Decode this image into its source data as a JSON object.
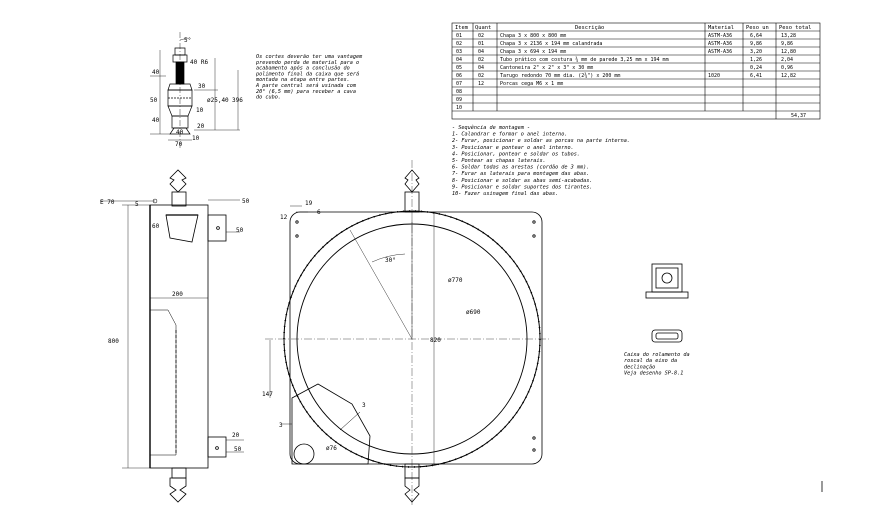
{
  "table": {
    "headers": [
      "Item",
      "Quant",
      "Descrição",
      "Material",
      "Peso un",
      "Peso total"
    ],
    "rows": [
      {
        "item": "01",
        "quant": "02",
        "desc": "Chapa 3 x 800 x 800 mm",
        "material": "ASTM-A36",
        "peso_un": "6,64",
        "peso_total": "13,28"
      },
      {
        "item": "02",
        "quant": "01",
        "desc": "Chapa 3 x 2136 x 194 mm calandrada",
        "material": "ASTM-A36",
        "peso_un": "9,86",
        "peso_total": "9,86"
      },
      {
        "item": "03",
        "quant": "04",
        "desc": "Chapa 3 x 694 x 194 mm",
        "material": "ASTM-A36",
        "peso_un": "3,20",
        "peso_total": "12,80"
      },
      {
        "item": "04",
        "quant": "02",
        "desc": "Tubo prático com costura ¾ mm de parede 3,25 mm x 194 mm",
        "material": "",
        "peso_un": "1,26",
        "peso_total": "2,04"
      },
      {
        "item": "05",
        "quant": "04",
        "desc": "Cantoneira 2\" x 2\" x 3\" x 30 mm",
        "material": "",
        "peso_un": "0,24",
        "peso_total": "0,96"
      },
      {
        "item": "06",
        "quant": "02",
        "desc": "Tarugo redondo 70 mm dia. (2¾\") x 200 mm",
        "material": "1020",
        "peso_un": "6,41",
        "peso_total": "12,82"
      },
      {
        "item": "07",
        "quant": "12",
        "desc": "Porcas cega M6 x 1 mm",
        "material": "",
        "peso_un": "",
        "peso_total": ""
      },
      {
        "item": "08",
        "quant": "",
        "desc": "",
        "material": "",
        "peso_un": "",
        "peso_total": ""
      },
      {
        "item": "09",
        "quant": "",
        "desc": "",
        "material": "",
        "peso_un": "",
        "peso_total": ""
      },
      {
        "item": "10",
        "quant": "",
        "desc": "",
        "material": "",
        "peso_un": "",
        "peso_total": ""
      }
    ],
    "total": "54,37"
  },
  "notes": {
    "top": [
      "Os cortes deverão ter uma vantagem",
      "prevendo perda de material para o",
      "acabamento após a conclusão do",
      "polimento final da caixa que será",
      "montada na etapa entre partes.",
      "A parte central será usinada com",
      "20° (6,5 mm) para receber a cava",
      "do cubo."
    ],
    "sequence": [
      "- Sequência de montagem -",
      "1- Calandrar e formar o anel interno.",
      "2- Furar, posicionar e soldar as porcas na parte interna.",
      "3- Posicionar e pontear o anel interno.",
      "4- Posicionar, pontear e soldar os tubos.",
      "5- Pontear as chapas laterais.",
      "6- Soldar todas as arestas (cordão de 3 mm).",
      "7- Furar as laterais para montagem das abas.",
      "8- Posicionar e soldar as abas semi-acabadas.",
      "9- Posicionar e soldar suportes dos tirantes.",
      "10- Fazer usinagem final das abas."
    ],
    "detail": [
      "Caixa do rolamento da",
      "roscal da eixo da",
      "declinação",
      "Veja desenho SP-8.1"
    ]
  },
  "dims": {
    "top_angle": "5°",
    "top_40a": "40",
    "top_r4": "40 R6",
    "top_30": "30",
    "top_50": "50",
    "top_10a": "10",
    "top_phi": "ø25,40",
    "top_396": "396",
    "top_40b": "40",
    "top_40c": "40",
    "top_20": "20",
    "top_10b": "10",
    "top_70": "70",
    "side_e": "E 70",
    "side_5": "5",
    "side_60": "60",
    "side_50a": "50",
    "side_50b": "50",
    "side_200": "200",
    "side_800": "800",
    "side_20": "20",
    "side_50c": "50",
    "front_19": "19",
    "front_6": "6",
    "front_12": "12",
    "front_30": "30°",
    "front_770": "ø770",
    "front_690": "ø690",
    "front_820": "820",
    "front_147": "147",
    "front_3a": "3",
    "front_3b": "3",
    "front_76": "ø76"
  }
}
